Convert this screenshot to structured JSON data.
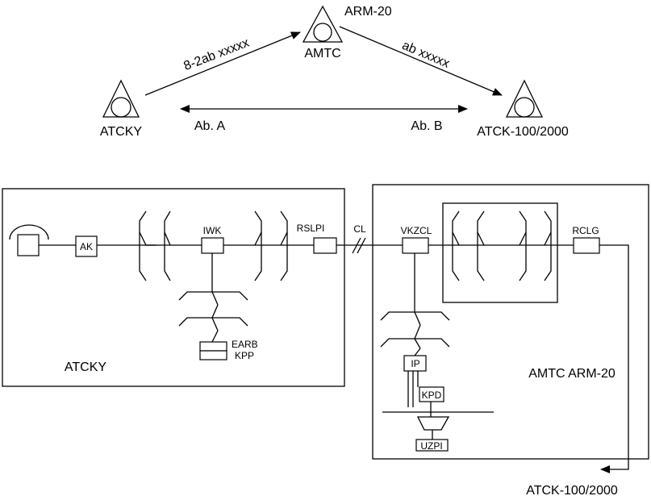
{
  "top": {
    "arm_label": "ARM-20",
    "amtc_label": "AMTC",
    "atcky_label": "ATCKY",
    "atck_label": "ATCK-100/2000",
    "link_left": "8-2ab xxxxx",
    "link_right": "ab xxxxx",
    "ab_a": "Ab. A",
    "ab_b": "Ab. B"
  },
  "left_block": {
    "title": "ATCKY",
    "ak": "AK",
    "iwk": "IWK",
    "rslpi": "RSLPI",
    "earb": "EARB",
    "kpp": "KPP"
  },
  "link": {
    "cl": "CL"
  },
  "right_block": {
    "title": "AMTC  ARM-20",
    "vkzcl": "VKZCL",
    "rclg": "RCLG",
    "ip": "IP",
    "kpd": "KPD",
    "uzpi": "UZPI"
  },
  "output": {
    "label": "ATCK-100/2000"
  }
}
